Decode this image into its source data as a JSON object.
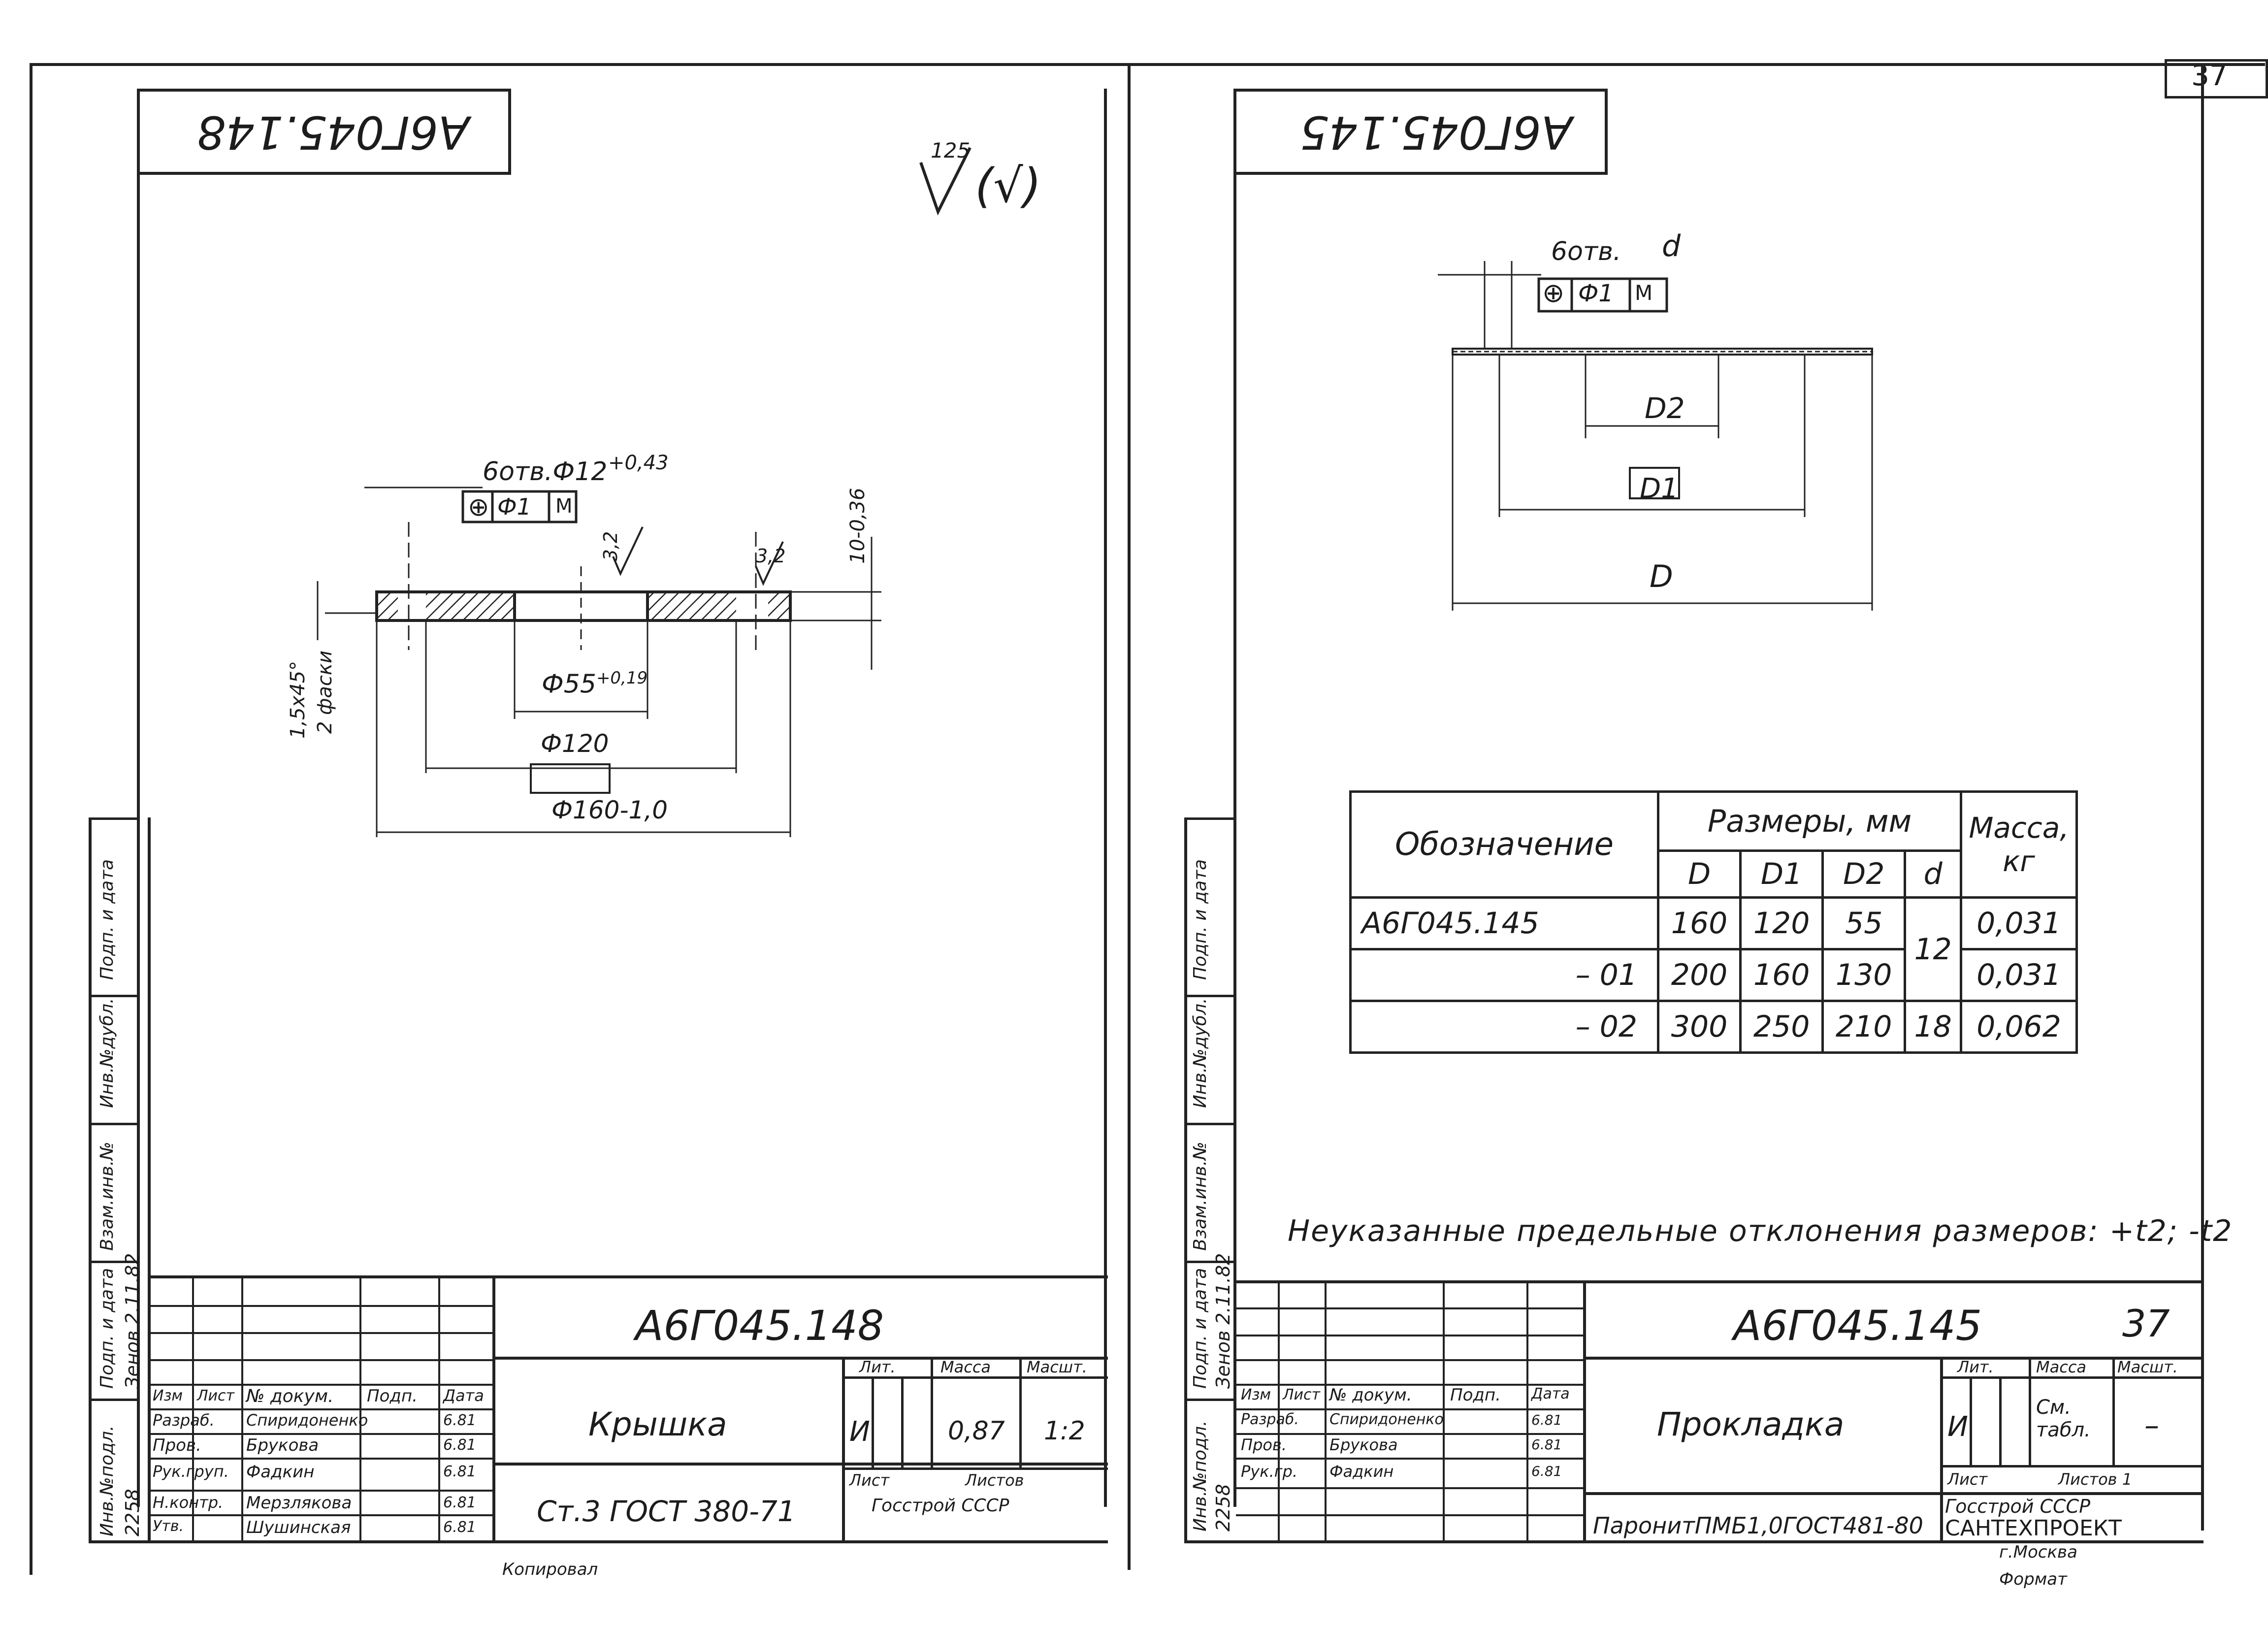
{
  "page_number": "37",
  "left_sheet": {
    "top_code": "А6Г045.148",
    "roughness": "125",
    "roughness_suffix": "(√)",
    "dims": {
      "holes": "6отв.Ф12",
      "holes_tol": "+0,43",
      "frame_pos": "⊕",
      "frame_val": "Ф1",
      "frame_mod": "M",
      "chamfer": "1,5х45°",
      "chamfer_note": "2 фаски",
      "rough1": "3,2",
      "rough2": "3,2",
      "thickness": "10-0,36",
      "d55": "Ф55",
      "d55_tol": "+0,19",
      "d120": "Ф120",
      "d160": "Ф160-1,0"
    },
    "side_labels": [
      "Инв.№подл.",
      "Подп. и дата",
      "Взам.инв.№",
      "Инв.№дубл.",
      "Подп. и дата"
    ],
    "side_values": [
      "2258",
      "Зенов 2.11.82"
    ],
    "title_block": {
      "designation": "А6Г045.148",
      "title": "Крышка",
      "material": "Ст.3 ГОСТ 380-71",
      "col_izm": "Изм",
      "col_list": "Лист",
      "col_doc": "№ докум.",
      "col_sign": "Подп.",
      "col_date": "Дата",
      "lit_h": "Лит.",
      "mass_h": "Масса",
      "scale_h": "Масшт.",
      "lit": "И",
      "mass": "0,87",
      "scale": "1:2",
      "sheet_h": "Лист",
      "sheets_h": "Листов",
      "org": "Госстрой СССР",
      "roles": [
        {
          "role": "Разраб.",
          "name": "Спиридоненко",
          "date": "6.81"
        },
        {
          "role": "Пров.",
          "name": "Брукова",
          "date": "6.81"
        },
        {
          "role": "Рук.груп.",
          "name": "Фадкин",
          "date": "6.81"
        },
        {
          "role": "Н.контр.",
          "name": "Мерзлякова",
          "date": "6.81"
        },
        {
          "role": "Утв.",
          "name": "Шушинская",
          "date": "6.81"
        }
      ],
      "bottom_note": "Копировал"
    }
  },
  "right_sheet": {
    "top_code": "А6Г045.145",
    "dims": {
      "holes": "6отв.",
      "holes_var": "d",
      "frame_pos": "⊕",
      "frame_val": "Ф1",
      "frame_mod": "M",
      "D2": "D2",
      "D1": "D1",
      "D": "D"
    },
    "table": {
      "h_designation": "Обозначение",
      "h_dims": "Размеры, мм",
      "h_mass": "Масса, кг",
      "cols": [
        "D",
        "D1",
        "D2",
        "d"
      ],
      "rows": [
        {
          "name": "А6Г045.145",
          "D": "160",
          "D1": "120",
          "D2": "55",
          "mass": "0,031"
        },
        {
          "name": "– 01",
          "D": "200",
          "D1": "160",
          "D2": "130",
          "mass": "0,031"
        },
        {
          "name": "– 02",
          "D": "300",
          "D1": "250",
          "D2": "210",
          "d": "18",
          "mass": "0,062"
        }
      ],
      "d_merged": "12"
    },
    "note": "Неуказанные предельные отклонения размеров: +t2; -t2",
    "side_labels": [
      "Инв.№подл.",
      "Подп. и дата",
      "Взам.инв.№",
      "Инв.№дубл.",
      "Подп. и дата"
    ],
    "side_values": [
      "2258",
      "Зенов 2.11.82"
    ],
    "title_block": {
      "designation": "А6Г045.145",
      "sheet_mark": "37",
      "title": "Прокладка",
      "material": "ПаронитПМБ1,0ГОСТ481-80",
      "col_izm": "Изм",
      "col_list": "Лист",
      "col_doc": "№ докум.",
      "col_sign": "Подп.",
      "col_date": "Дата",
      "lit_h": "Лит.",
      "mass_h": "Масса",
      "scale_h": "Масшт.",
      "lit": "И",
      "mass": "См. табл.",
      "scale": "–",
      "sheet_h": "Лист",
      "sheets_h": "Листов 1",
      "org1": "Госстрой СССР",
      "org2": "САНТЕХПРОЕКТ",
      "org3": "г.Москва",
      "format": "Формат",
      "roles": [
        {
          "role": "Разраб.",
          "name": "Спиридоненко",
          "date": "6.81"
        },
        {
          "role": "Пров.",
          "name": "Брукова",
          "date": "6.81"
        },
        {
          "role": "Рук.гр.",
          "name": "Фадкин",
          "date": "6.81"
        }
      ]
    }
  }
}
